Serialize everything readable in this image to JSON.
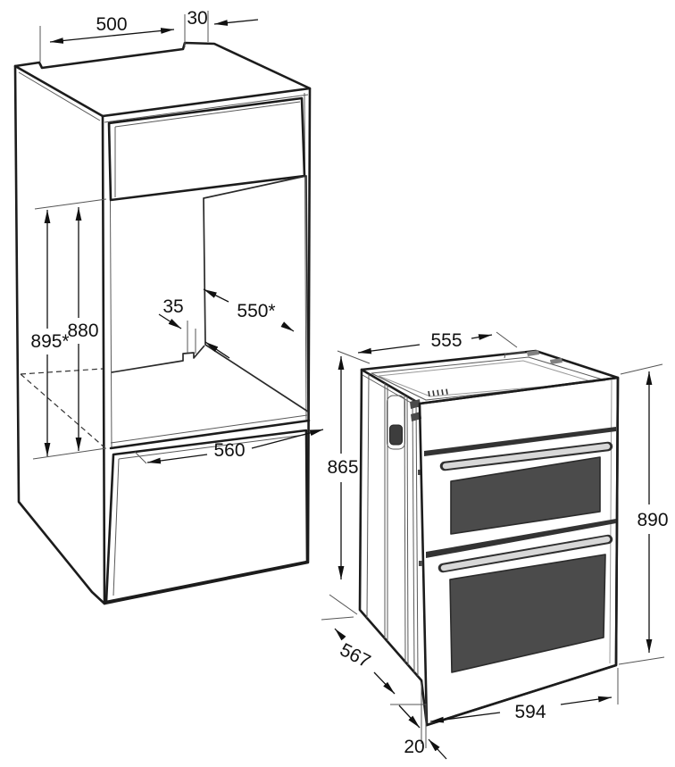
{
  "cabinet": {
    "dims": {
      "cutout_width": "500",
      "cutout_side": "30",
      "height_outer": "895*",
      "height_inner": "880",
      "front_frame": "35",
      "niche_depth": "550*",
      "niche_width": "560"
    }
  },
  "oven": {
    "dims": {
      "top_width": "555",
      "body_height": "865",
      "front_height": "890",
      "depth": "567",
      "front_width": "594",
      "front_overhang": "20"
    }
  },
  "colors": {
    "panel_light": "#ededed",
    "niche_wall": "#d1d1d1",
    "window_dark": "#4b4b4b",
    "separator_dark": "#333333"
  }
}
